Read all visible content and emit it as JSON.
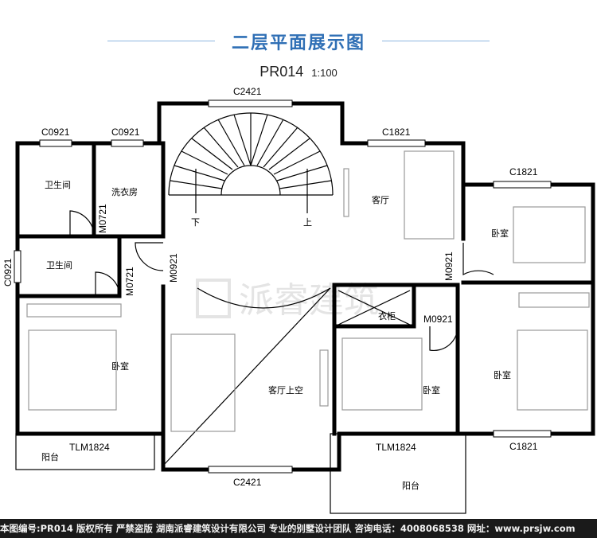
{
  "header": {
    "title": "二层平面展示图",
    "code": "PR014",
    "scale": "1:100"
  },
  "labels": {
    "window_c2421_top": "C2421",
    "window_c0921_left": "C0921",
    "window_c0921_mid": "C0921",
    "window_c1821_top": "C1821",
    "window_c1821_right_top": "C1821",
    "window_c0921_side": "C0921",
    "window_c2421_bottom": "C2421",
    "window_c1821_bottom": "C1821",
    "door_m0721_a": "M0721",
    "door_m0721_b": "M0721",
    "door_m0921_left": "M0921",
    "door_m0921_right": "M0921",
    "door_m0921_mid": "M0921",
    "door_tlm1824_left": "TLM1824",
    "door_tlm1824_right": "TLM1824",
    "stair_down": "下",
    "stair_up": "上"
  },
  "rooms": {
    "bathroom_1": "卫生间",
    "laundry": "洗衣房",
    "bathroom_2": "卫生间",
    "living_room": "客厅",
    "bedroom_left": "卧室",
    "void": "客厅上空",
    "closet": "衣柜",
    "bedroom_mid": "卧室",
    "bedroom_right_top": "卧室",
    "bedroom_right_bottom": "卧室",
    "balcony_left": "阳台",
    "balcony_right": "阳台"
  },
  "watermark": "派睿建筑",
  "footer": "本图编号:PR014 版权所有 严禁盗版 湖南派睿建筑设计有限公司 专业的别墅设计团队 咨询电话：4008068538 网址：www.prsjw.com",
  "colors": {
    "title": "#2f6fb5",
    "wall": "#000000",
    "furniture": "#9a9a9a",
    "footer_bg": "#1a1a1a"
  }
}
